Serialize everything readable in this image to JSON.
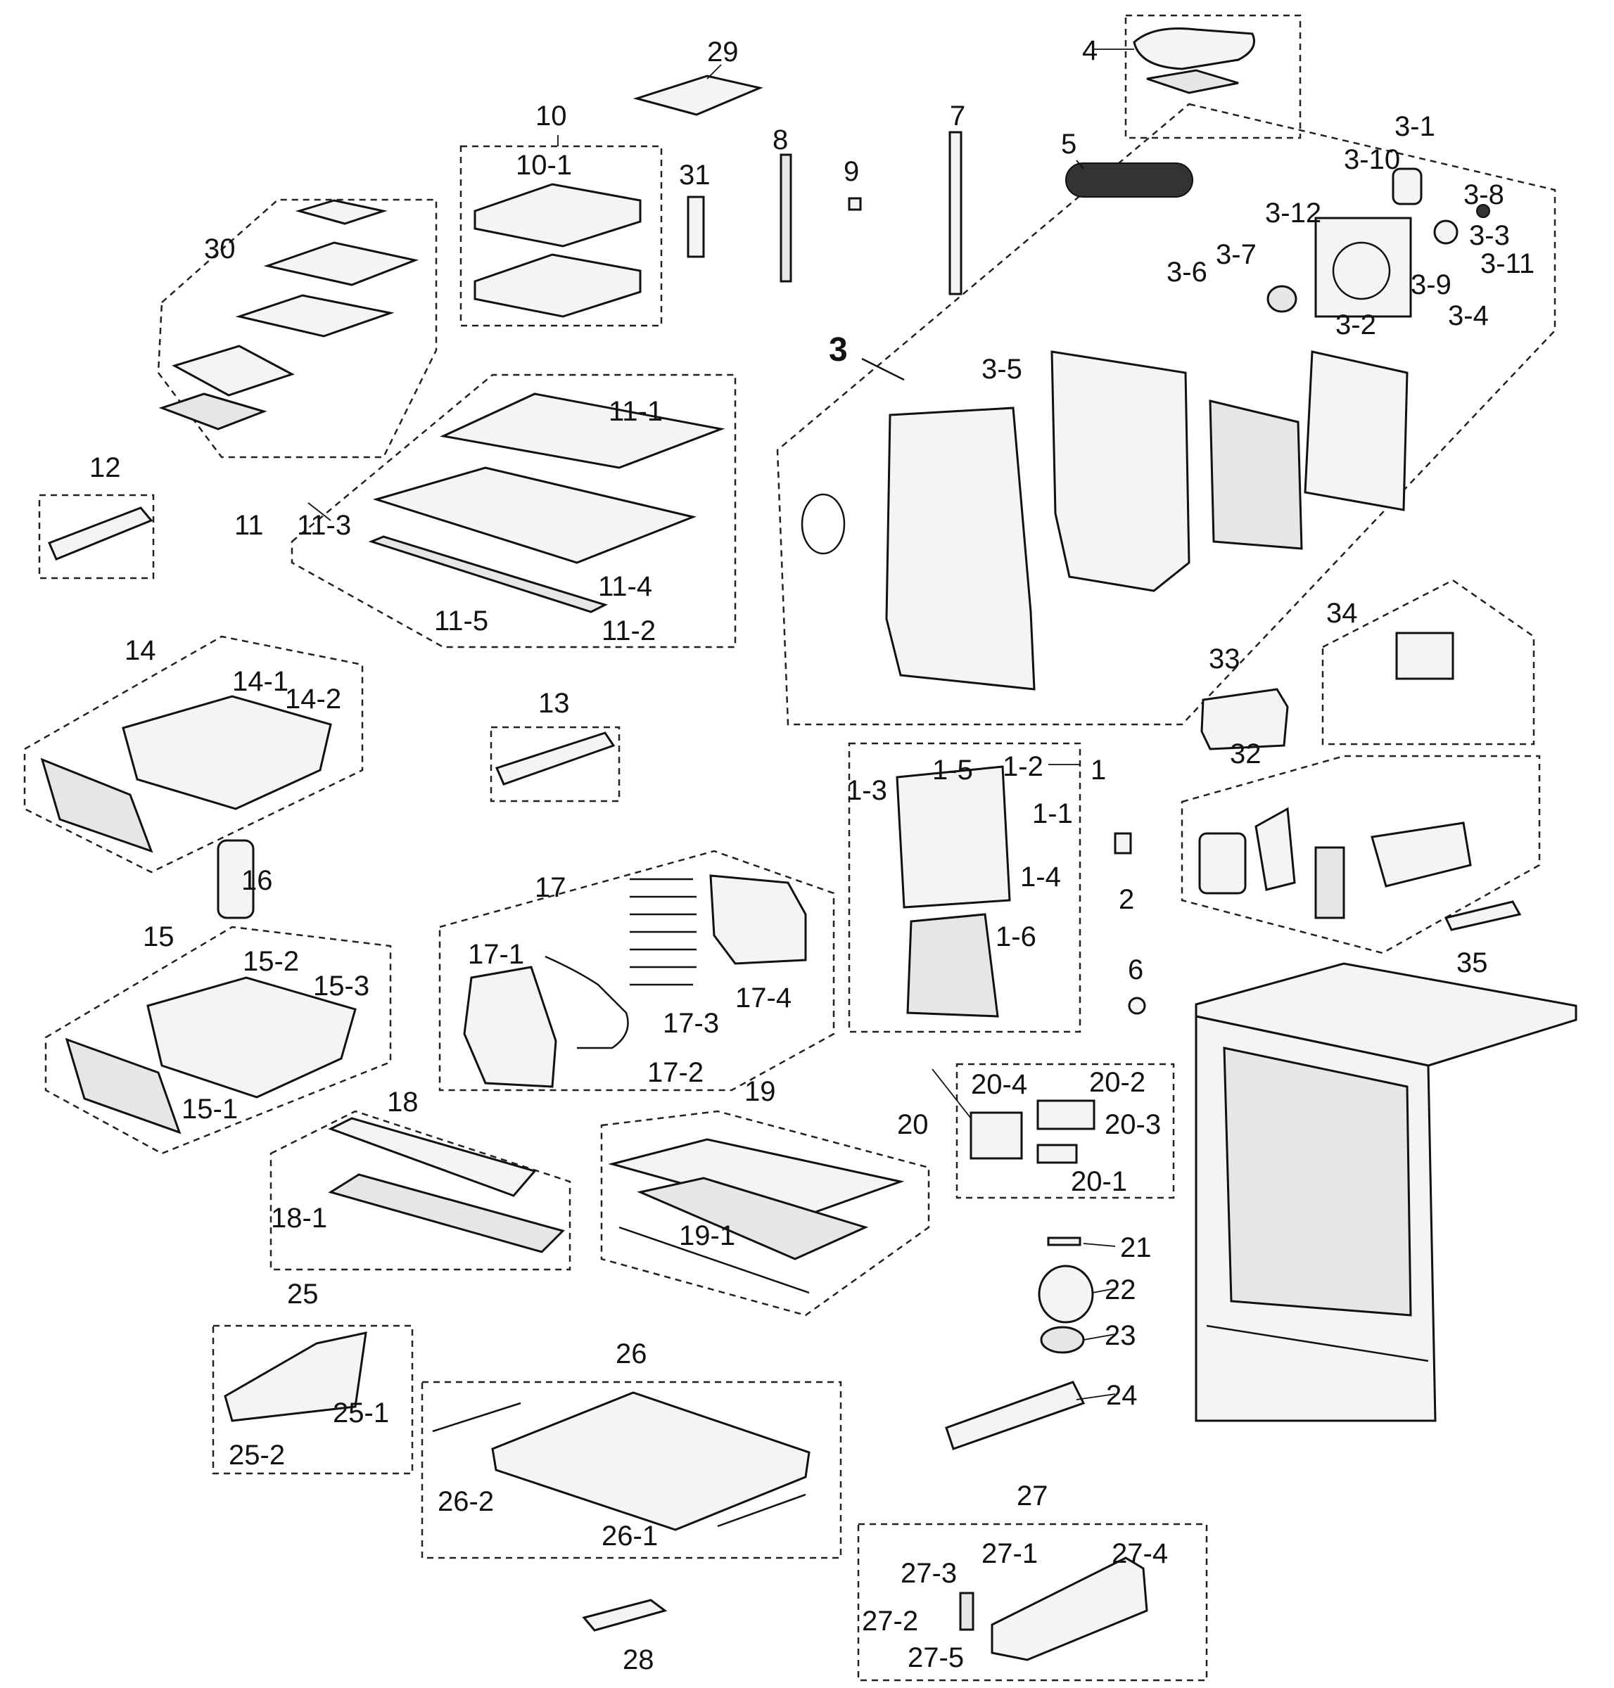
{
  "labels": {
    "p1": "1",
    "p1_1": "1-1",
    "p1_2": "1-2",
    "p1_3": "1-3",
    "p1_4": "1-4",
    "p1_5": "1-5",
    "p1_6": "1-6",
    "p2": "2",
    "p3": "3",
    "p3_1": "3-1",
    "p3_2": "3-2",
    "p3_3": "3-3",
    "p3_4": "3-4",
    "p3_5": "3-5",
    "p3_6": "3-6",
    "p3_7": "3-7",
    "p3_8": "3-8",
    "p3_9": "3-9",
    "p3_10": "3-10",
    "p3_11": "3-11",
    "p3_12": "3-12",
    "p4": "4",
    "p5": "5",
    "p6": "6",
    "p7": "7",
    "p8": "8",
    "p9": "9",
    "p10": "10",
    "p10_1": "10-1",
    "p11": "11",
    "p11_1": "11-1",
    "p11_2": "11-2",
    "p11_3": "11-3",
    "p11_4": "11-4",
    "p11_5": "11-5",
    "p12": "12",
    "p13": "13",
    "p14": "14",
    "p14_1": "14-1",
    "p14_2": "14-2",
    "p15": "15",
    "p15_1": "15-1",
    "p15_2": "15-2",
    "p15_3": "15-3",
    "p16": "16",
    "p17": "17",
    "p17_1": "17-1",
    "p17_2": "17-2",
    "p17_3": "17-3",
    "p17_4": "17-4",
    "p18": "18",
    "p18_1": "18-1",
    "p19": "19",
    "p19_1": "19-1",
    "p20": "20",
    "p20_1": "20-1",
    "p20_2": "20-2",
    "p20_3": "20-3",
    "p20_4": "20-4",
    "p21": "21",
    "p22": "22",
    "p23": "23",
    "p24": "24",
    "p25": "25",
    "p25_1": "25-1",
    "p25_2": "25-2",
    "p26": "26",
    "p26_1": "26-1",
    "p26_2": "26-2",
    "p27": "27",
    "p27_1": "27-1",
    "p27_2": "27-2",
    "p27_3": "27-3",
    "p27_4": "27-4",
    "p27_5": "27-5",
    "p28": "28",
    "p29": "29",
    "p30": "30",
    "p31": "31",
    "p32": "32",
    "p33": "33",
    "p34": "34",
    "p35": "35"
  }
}
